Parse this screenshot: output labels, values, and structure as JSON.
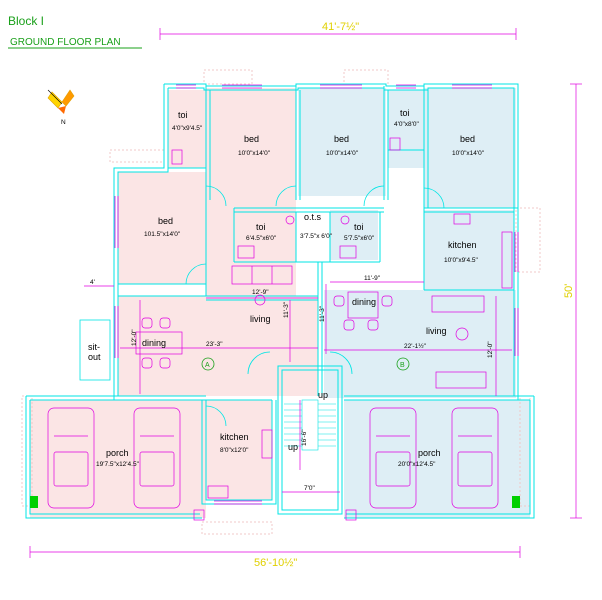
{
  "header": {
    "block": "Block I",
    "plan_title": "GROUND  FLOOR PLAN"
  },
  "dimensions": {
    "top_width": "41'-7½\"",
    "bottom_width": "56'-10½\"",
    "right_height": "50'",
    "small_left": "4'",
    "stair_width": "7'0\"",
    "stair_height": "16'-6\"",
    "living_a_width": "23'-3\"",
    "living_a_height": "11'-3\"",
    "dining_a_height": "12'-0\"",
    "living_b_width": "22'-1½\"",
    "living_b_height": "12'-0\"",
    "dining_b_width": "11'-9\"",
    "dining_b_height": "11'-3\"",
    "central_dim": "12'-9\""
  },
  "rooms": {
    "toi_1": {
      "name": "toi",
      "size": "4'0\"x9'4.5\""
    },
    "bed_1": {
      "name": "bed",
      "size": "10'0\"x14'0\""
    },
    "bed_2": {
      "name": "bed",
      "size": "10'0\"x14'0\""
    },
    "toi_2": {
      "name": "toi",
      "size": "4'0\"x8'0\""
    },
    "bed_3": {
      "name": "bed",
      "size": "10'0\"x14'0\""
    },
    "bed_4": {
      "name": "bed",
      "size": "101.5\"x14'0\""
    },
    "toi_3": {
      "name": "toi",
      "size": "6'4.5\"x6'0\""
    },
    "ots": {
      "name": "o.t.s",
      "size": "3'7.5\"x 6'0\""
    },
    "toi_4": {
      "name": "toi",
      "size": "5'7.5\"x6'0\""
    },
    "kitchen_b": {
      "name": "kitchen",
      "size": "10'0\"x9'4.5\""
    },
    "living_a": {
      "name": "living"
    },
    "dining_a": {
      "name": "dining"
    },
    "dining_b": {
      "name": "dining"
    },
    "living_b": {
      "name": "living"
    },
    "sitout": {
      "name1": "sit-",
      "name2": "out"
    },
    "kitchen_c": {
      "name": "kitchen",
      "size": "8'0\"x12'0\""
    },
    "porch_a": {
      "name": "porch",
      "size": "19'7.5\"x12'4.5\""
    },
    "porch_b": {
      "name": "porch",
      "size": "20'0\"x12'4.5\""
    }
  },
  "markers": {
    "unit_a": "A",
    "unit_b": "B",
    "stair_up_1": "up",
    "stair_up_2": "up",
    "north": "N"
  },
  "colors": {
    "wall": "#00e5e5",
    "dim_line": "#e000e0",
    "furniture": "#e000e0",
    "fill_a": "#fbe5e5",
    "fill_b": "#deeef5",
    "title": "#1aa01a",
    "big_dim": "#e0d000"
  }
}
